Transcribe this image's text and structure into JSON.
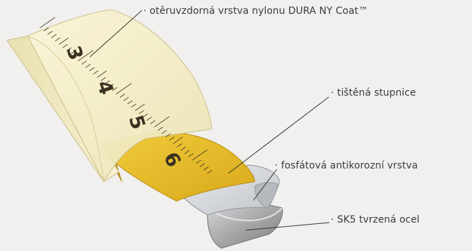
{
  "diagram": {
    "scale_numbers": [
      "3",
      "4",
      "5",
      "6"
    ],
    "callouts": [
      "· otěruvzdorná vrstva nylonu DURA NY Coat™",
      "· tištěná stupnice",
      "· fosfátová antikorozní vrstva",
      "· SK5 tvrzená ocel"
    ],
    "colors": {
      "background": "#f1f0ee",
      "nylon_coat": "#f3ecc3",
      "yellow_blade": "#e2b82a",
      "phosphate": "#d4d6da",
      "steel": "#9a9a9c",
      "ink": "#3a3a3a",
      "leader_line": "#333333"
    }
  }
}
